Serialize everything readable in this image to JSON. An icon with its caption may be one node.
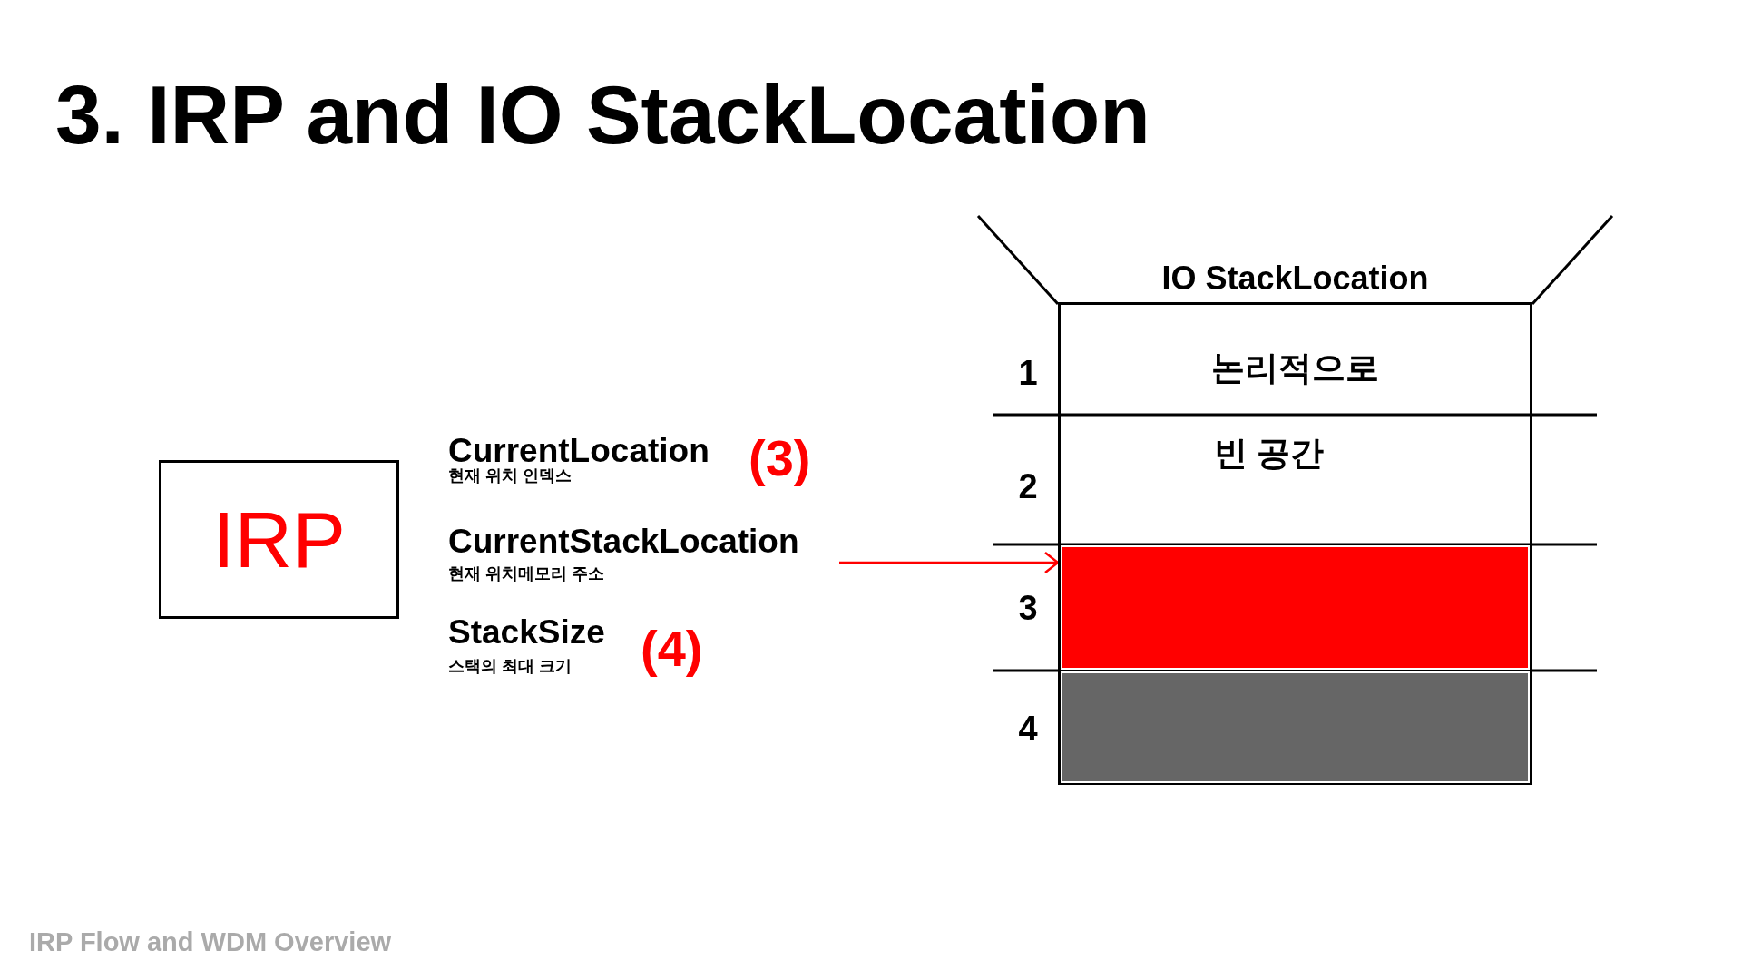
{
  "diagram": {
    "title": "3. IRP and IO StackLocation",
    "nodes": [
      {
        "text": [
          "IRP"
        ]
      },
      {
        "text": [
          "CurrentStackLocation",
          "현재 위치메모리 주소"
        ]
      },
      {
        "text": [
          "IO StackLocation"
        ]
      },
      {
        "text": [
          "논리적으로"
        ],
        "in": 2,
        "beside": [
          "1"
        ]
      },
      {
        "text": [
          "빈 공간"
        ],
        "in": 2,
        "beside": [
          "2"
        ]
      },
      {
        "text": [],
        "shape": "box",
        "in": 2,
        "beside": [
          "3"
        ]
      },
      {
        "text": [],
        "shape": "box",
        "in": 2,
        "beside": [
          "4"
        ]
      }
    ],
    "edges": [
      {
        "from": 1,
        "to": 5,
        "arrow": "to",
        "color": "#ff0000"
      }
    ],
    "labels": [
      "CurrentLocation",
      "현재 위치 인덱스",
      "(3)",
      "StackSize",
      "스택의 최대 크기",
      "(4)",
      "IRP Flow and WDM Overview"
    ]
  }
}
